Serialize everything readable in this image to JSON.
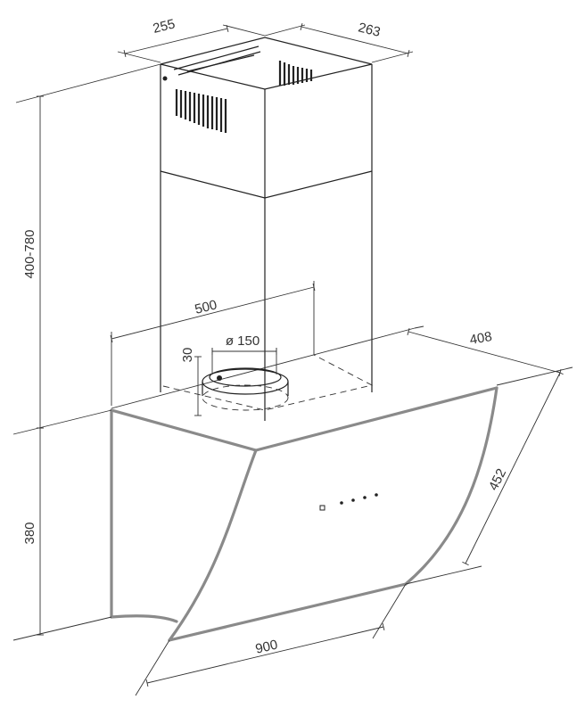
{
  "dimensions": {
    "chimney_width": "255",
    "chimney_depth": "263",
    "chimney_height": "400-780",
    "hood_height": "380",
    "duct_spacing": "500",
    "duct_diameter": "ø 150",
    "collar_height": "30",
    "hood_depth": "408",
    "glass_length": "452",
    "hood_width": "900"
  },
  "colors": {
    "line": "#222222",
    "glass_edge": "#8a8a8a",
    "background": "#ffffff"
  }
}
